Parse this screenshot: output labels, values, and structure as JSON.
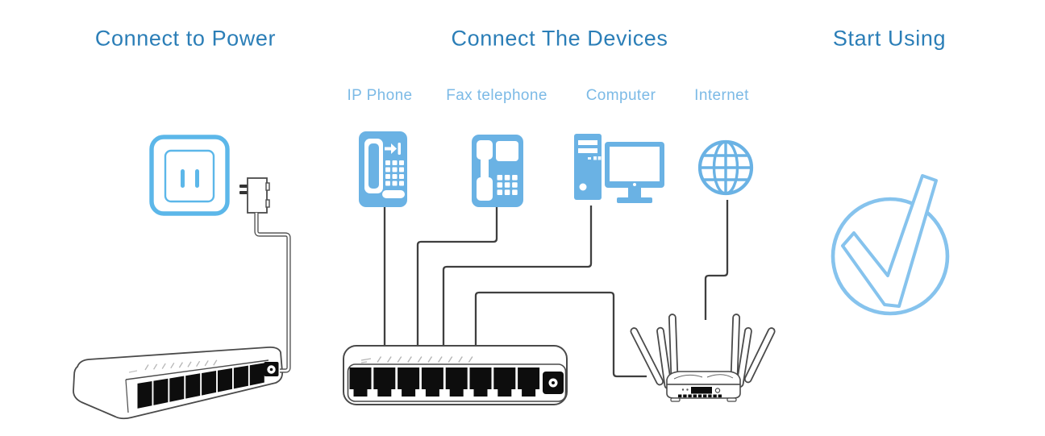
{
  "steps": [
    {
      "id": "connect-power",
      "label": "Connect to Power"
    },
    {
      "id": "connect-devices",
      "label": "Connect The Devices"
    },
    {
      "id": "start-using",
      "label": "Start Using"
    }
  ],
  "devices": [
    {
      "id": "ip-phone",
      "label": "IP Phone",
      "icon": "ip-phone-icon"
    },
    {
      "id": "fax",
      "label": "Fax telephone",
      "icon": "fax-telephone-icon"
    },
    {
      "id": "computer",
      "label": "Computer",
      "icon": "desktop-computer-icon"
    },
    {
      "id": "internet",
      "label": "Internet",
      "icon": "internet-globe-icon"
    }
  ],
  "equipment": {
    "outlet_icon": "power-outlet-icon",
    "adapter_icon": "power-adapter-icon",
    "left_switch": {
      "icon": "ethernet-switch-icon",
      "ports": 8
    },
    "center_switch": {
      "icon": "ethernet-switch-icon",
      "ports": 8
    },
    "router": {
      "icon": "wireless-router-icon",
      "antennas": 6,
      "rear_ports": 9
    },
    "success_icon": "checkmark-circle-icon"
  },
  "colors": {
    "heading": "#2b7eb7",
    "device_label": "#7cbae6",
    "icon_blue": "#6ab2e4",
    "outlet_blue": "#5cb7e9",
    "check_blue": "#86c3ed",
    "cable": "#3f3f3f",
    "outline": "#4a4a4a",
    "port_black": "#0d0d0d",
    "led_tick": "#b5b5b5"
  }
}
